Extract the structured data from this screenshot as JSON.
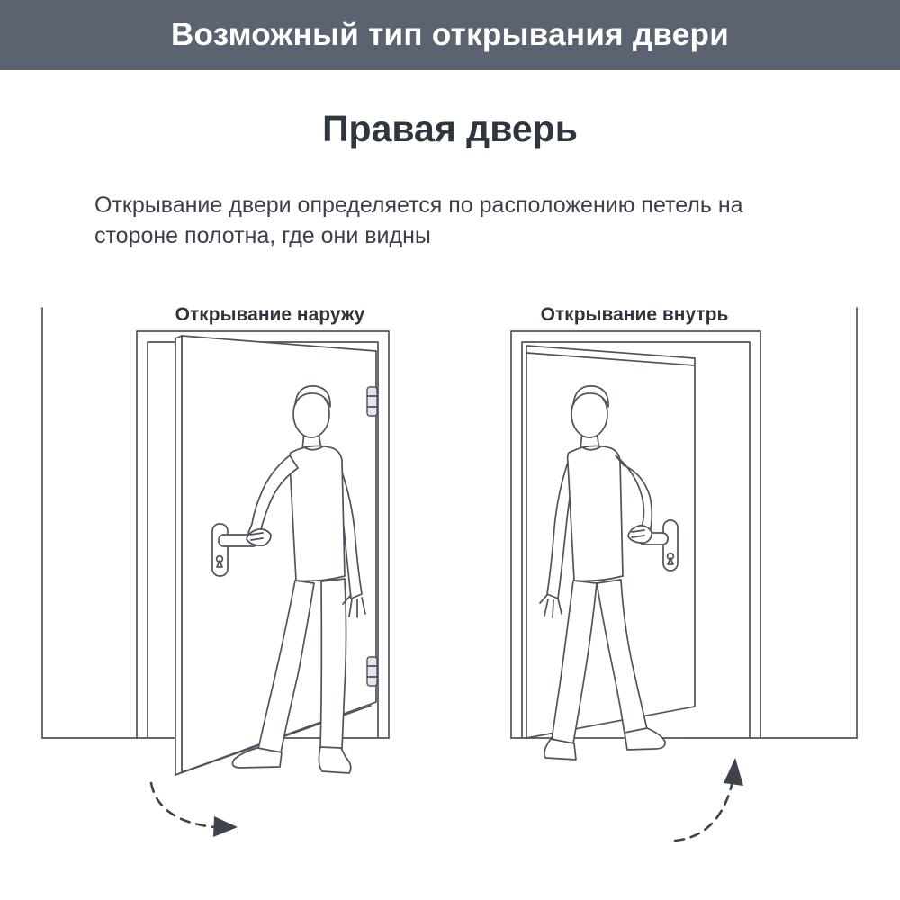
{
  "banner": {
    "title": "Возможный тип открывания двери"
  },
  "heading": {
    "title": "Правая дверь"
  },
  "description": {
    "text": "Открывание двери определяется по расположению петель на стороне полотна, где они видны"
  },
  "figures": {
    "left": {
      "label": "Открывание наружу"
    },
    "right": {
      "label": "Открывание внутрь"
    }
  },
  "colors": {
    "banner_bg": "#5b6370",
    "banner_text": "#ffffff",
    "heading_text": "#2e3640",
    "body_text": "#3a4049",
    "line_art": "#4d545c",
    "arrow": "#3d434b"
  }
}
